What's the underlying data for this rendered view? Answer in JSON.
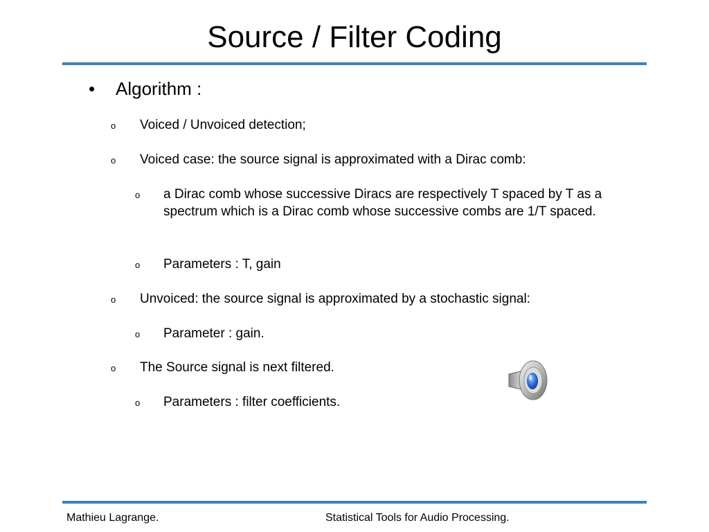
{
  "title": "Source / Filter Coding",
  "main_bullet": {
    "marker": "•",
    "text": "Algorithm :"
  },
  "sub_marker": "o",
  "items": [
    {
      "level": 1,
      "text": "Voiced / Unvoiced detection;"
    },
    {
      "level": 1,
      "text": "Voiced case: the source signal is approximated with a Dirac comb:"
    },
    {
      "level": 2,
      "text": "a Dirac comb whose successive Diracs are respectively T spaced by T as a spectrum which is a Dirac comb whose successive combs are 1/T spaced."
    },
    {
      "level": 2,
      "text": "Parameters : T, gain"
    },
    {
      "level": 1,
      "text": "Unvoiced: the source signal is approximated by a stochastic signal:"
    },
    {
      "level": 2,
      "text": "Parameter : gain."
    },
    {
      "level": 1,
      "text": "The Source signal is next filtered."
    },
    {
      "level": 2,
      "text": "Parameters : filter coefficients."
    }
  ],
  "footer": {
    "author": "Mathieu Lagrange.",
    "course": "Statistical Tools for Audio Processing."
  },
  "audio_icon": "speaker-icon",
  "colors": {
    "accent_rule": "#3b82b8",
    "speaker_cone": "#2f6fd6"
  }
}
